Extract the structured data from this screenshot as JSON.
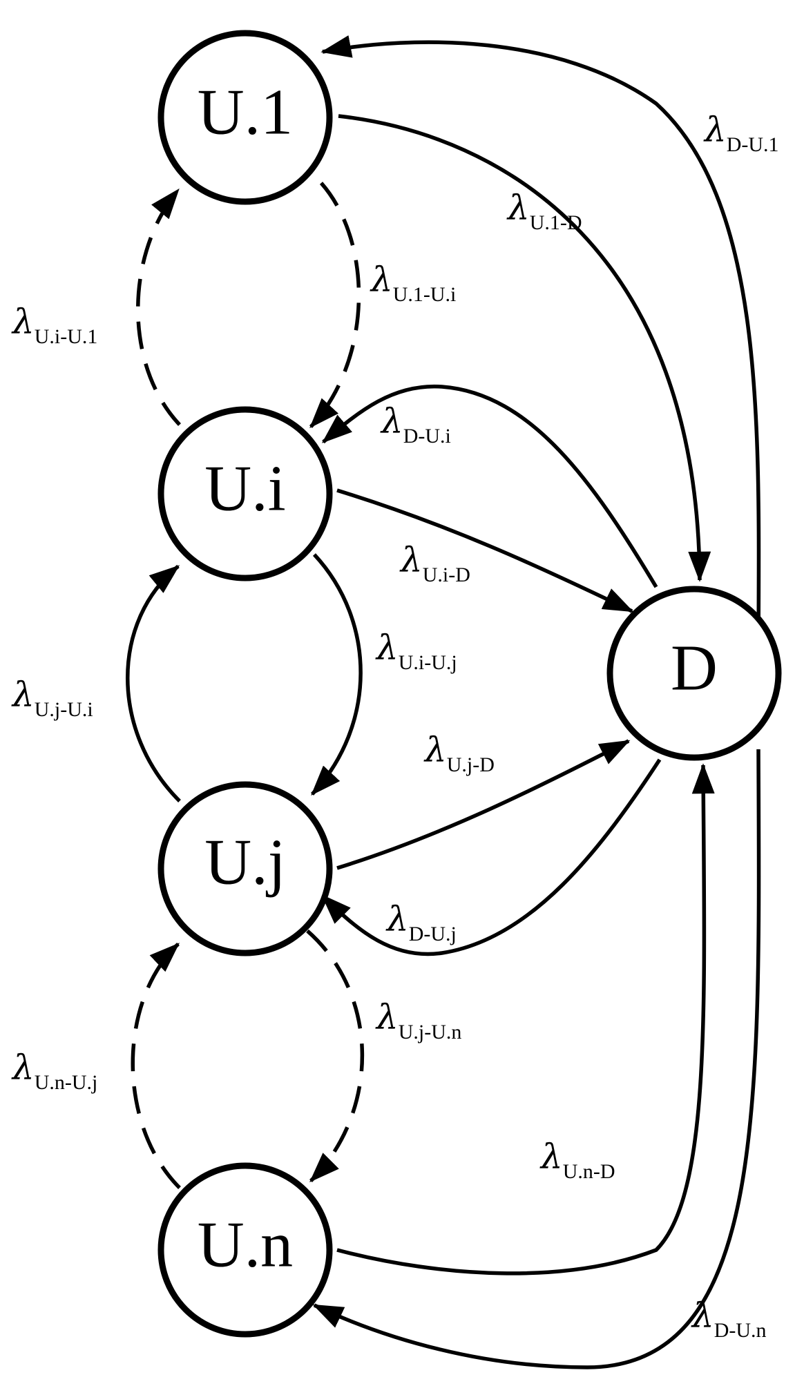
{
  "nodes": {
    "u1": "U.1",
    "ui": "U.i",
    "uj": "U.j",
    "un": "U.n",
    "d": "D"
  },
  "lambda_symbol": "λ",
  "rates": {
    "d_u1": "D-U.1",
    "u1_d": "U.1-D",
    "u1_ui": "U.1-U.i",
    "ui_u1": "U.i-U.1",
    "d_ui": "D-U.i",
    "ui_d": "U.i-D",
    "ui_uj": "U.i-U.j",
    "uj_ui": "U.j-U.i",
    "uj_d": "U.j-D",
    "d_uj": "D-U.j",
    "uj_un": "U.j-U.n",
    "un_uj": "U.n-U.j",
    "un_d": "U.n-D",
    "d_un": "D-U.n"
  },
  "edge_styles": {
    "solid": [
      "d_u1",
      "u1_d",
      "d_ui",
      "ui_d",
      "ui_uj",
      "uj_ui",
      "uj_d",
      "d_uj",
      "un_d",
      "d_un"
    ],
    "dashed": [
      "u1_ui",
      "ui_u1",
      "uj_un",
      "un_uj"
    ]
  }
}
